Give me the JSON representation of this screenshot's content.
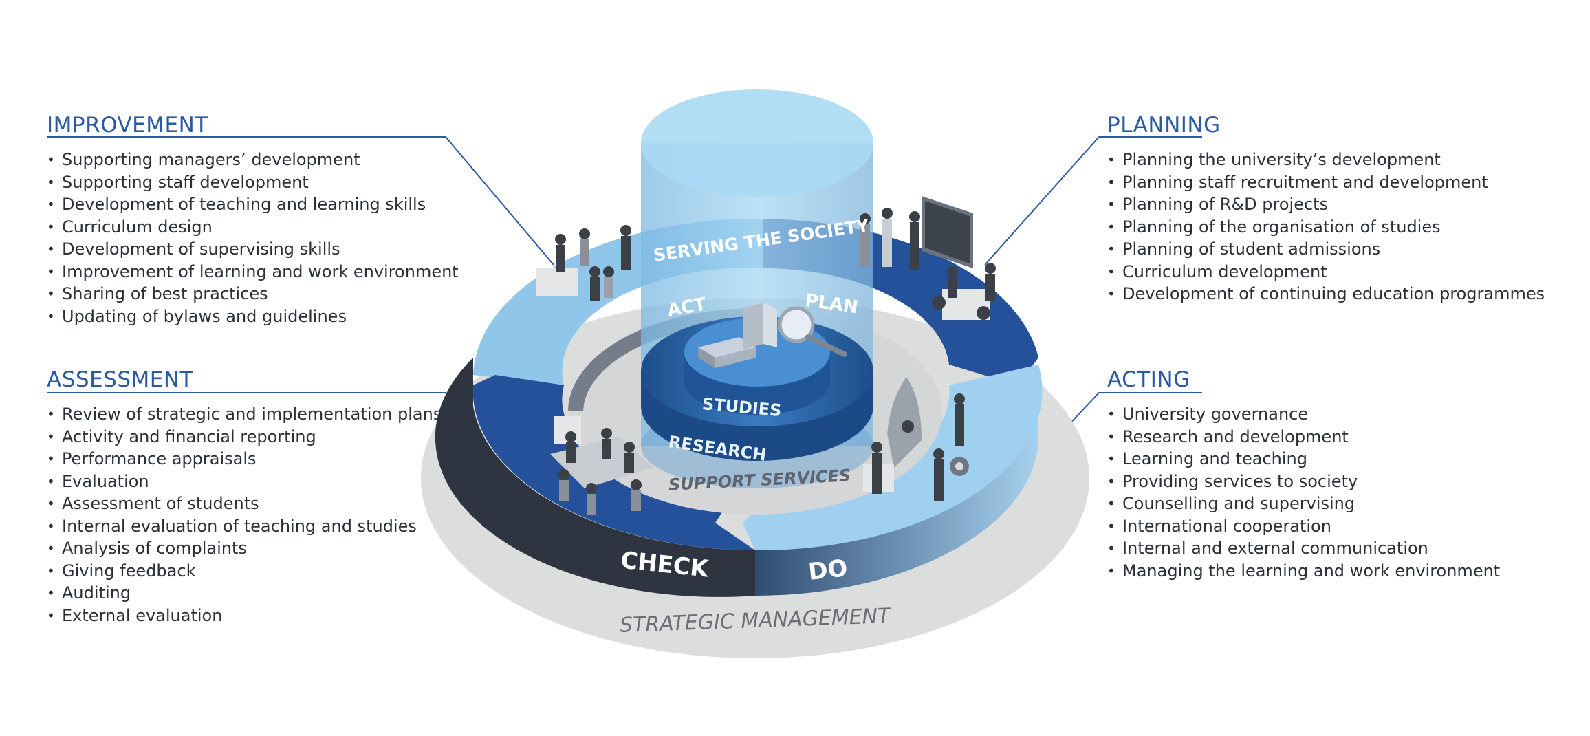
{
  "panels": {
    "improvement": {
      "title": "IMPROVEMENT",
      "items": [
        "Supporting managers’ development",
        "Supporting staff development",
        "Development of teaching and learning skills",
        "Curriculum design",
        "Development of supervising skills",
        "Improvement of learning and work environment",
        "Sharing of best practices",
        "Updating of bylaws and guidelines"
      ]
    },
    "assessment": {
      "title": "ASSESSMENT",
      "items": [
        "Review of strategic and implementation plans",
        "Activity and financial reporting",
        "Performance appraisals",
        "Evaluation",
        "Assessment of students",
        "Internal evaluation of teaching and studies",
        "Analysis of complaints",
        "Giving feedback",
        "Auditing",
        "External evaluation"
      ]
    },
    "planning": {
      "title": "PLANNING",
      "items": [
        "Planning the university’s development",
        "Planning staff recruitment and development",
        "Planning of R&D projects",
        "Planning of the organisation of studies",
        "Planning of student admissions",
        "Curriculum development",
        "Development of continuing education programmes"
      ]
    },
    "acting": {
      "title": "ACTING",
      "items": [
        "University governance",
        "Research and development",
        "Learning and teaching",
        "Providing services to society",
        "Counselling and supervising",
        "International cooperation",
        "Internal and external communication",
        "Managing the learning and work environment"
      ]
    }
  },
  "diagram": {
    "strategic_management": "STRATEGIC MANAGEMENT",
    "support_services": "SUPPORT SERVICES",
    "serving_society": "SERVING THE SOCIETY",
    "act": "ACT",
    "plan": "PLAN",
    "check": "CHECK",
    "do": "DO",
    "studies": "STUDIES",
    "research": "RESEARCH"
  },
  "colors": {
    "title_blue": "#2a5aa4",
    "light_blue": "#8fc6ea",
    "dark_blue": "#24519a",
    "navy": "#2f3441",
    "gray_base": "#d9dadb"
  }
}
